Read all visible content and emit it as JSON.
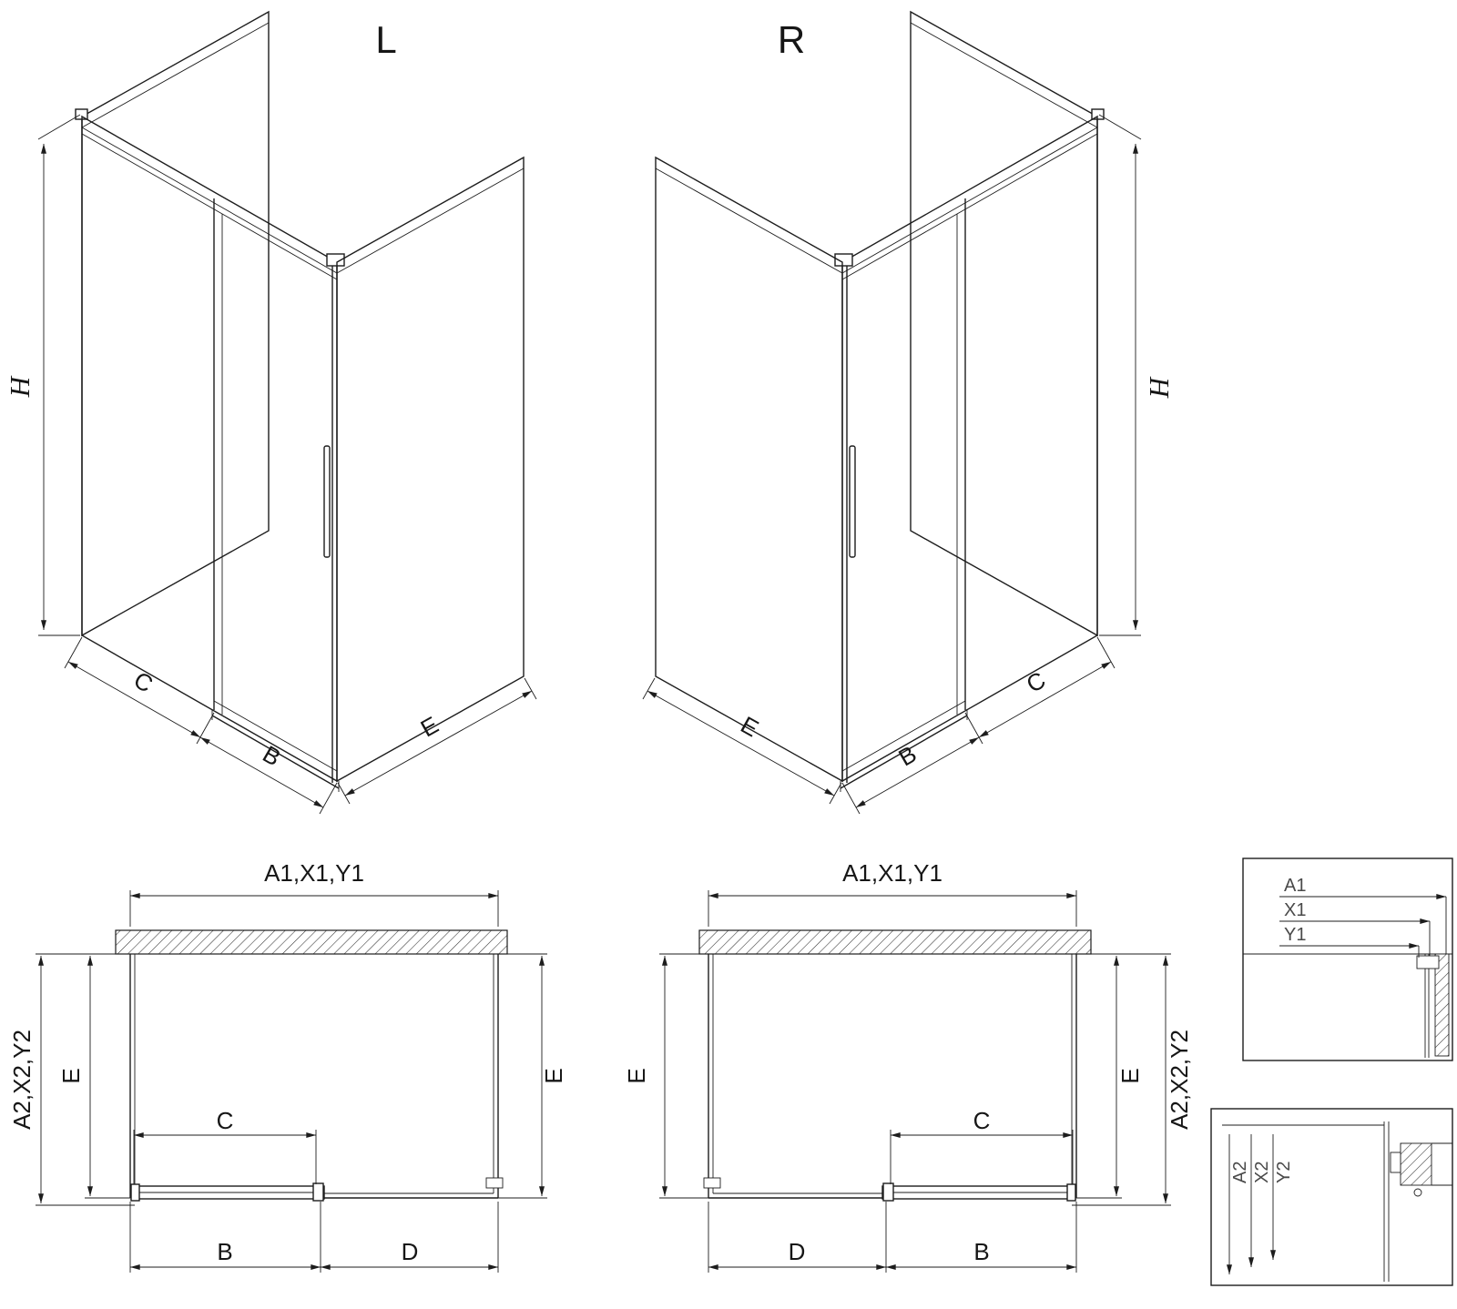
{
  "colors": {
    "line": "#1d1d1d",
    "label": "#161616",
    "detail_label": "#4a4a4a",
    "background": "#ffffff"
  },
  "iso_left": {
    "title": "L",
    "height": "H",
    "fixed_width": "C",
    "door_width": "B",
    "side_depth": "E"
  },
  "iso_right": {
    "title": "R",
    "height": "H",
    "fixed_width": "C",
    "door_width": "B",
    "side_depth": "E"
  },
  "plan_left": {
    "width_top": "A1,X1,Y1",
    "depth_outer": "A2,X2,Y2",
    "depth_left": "E",
    "depth_right": "E",
    "door_clear": "C",
    "door_total": "B",
    "fixed_total": "D"
  },
  "plan_right": {
    "width_top": "A1,X1,Y1",
    "depth_outer": "A2,X2,Y2",
    "depth_left": "E",
    "depth_right": "E",
    "door_clear": "C",
    "door_total": "B",
    "fixed_total": "D"
  },
  "detail_top": {
    "a1": "A1",
    "x1": "X1",
    "y1": "Y1"
  },
  "detail_bottom": {
    "a2": "A2",
    "x2": "X2",
    "y2": "Y2"
  }
}
